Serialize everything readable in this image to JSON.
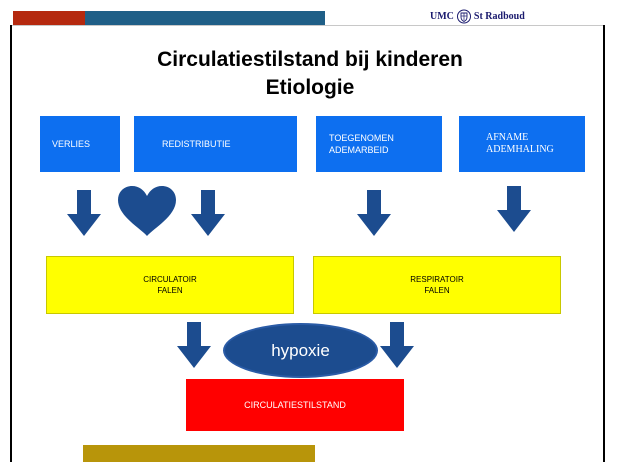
{
  "header": {
    "logo_text": "UMC",
    "logo_text2": "St Radboud"
  },
  "title": {
    "line1": "Circulatiestilstand bij kinderen",
    "line2": "Etiologie"
  },
  "causes": [
    {
      "label": "VERLIES"
    },
    {
      "label": "REDISTRIBUTIE"
    },
    {
      "label": "TOEGENOMEN\nADEMARBEID"
    },
    {
      "label": "AFNAME\nADEMHALING"
    }
  ],
  "failures": [
    {
      "label": "CIRCULATOIR\nFALEN"
    },
    {
      "label": "RESPIRATOIR\nFALEN"
    }
  ],
  "hypoxie_label": "hypoxie",
  "result_label": "CIRCULATIESTILSTAND",
  "colors": {
    "cause_box": "#0d6ff0",
    "arrow": "#1c4c8f",
    "failure_box": "#ffff00",
    "result_box": "#ff0000",
    "accent_red": "#b5290f",
    "accent_blue": "#1f5f87",
    "footer_bar": "#b8950a"
  },
  "icons": {
    "heart": "heart-icon",
    "logo": "shield-crest-icon",
    "arrow": "down-arrow-icon"
  }
}
